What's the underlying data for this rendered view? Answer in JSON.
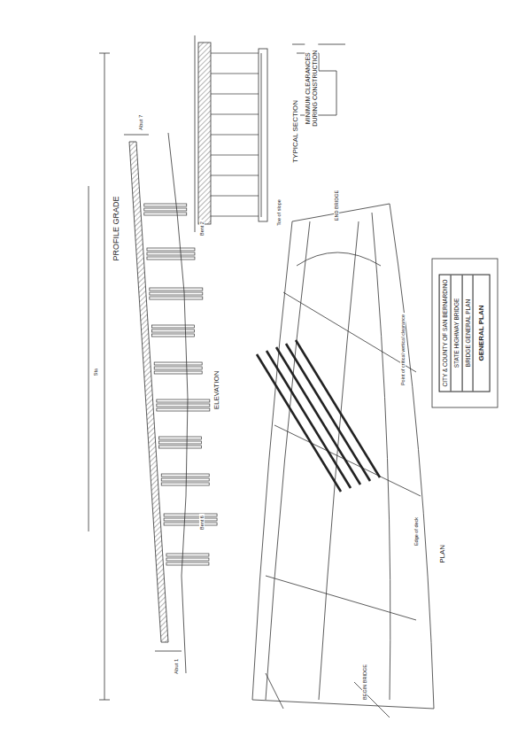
{
  "diagram": {
    "nodes": [
      {
        "text": [
          "CITY & COUNTY OF SAN BERNARDINO",
          "STATE HIGHWAY BRIDGE",
          "BRIDGE GENERAL PLAN",
          "GENERAL PLAN"
        ]
      }
    ],
    "labels": [
      "PROFILE GRADE",
      "ELEVATION",
      "PLAN",
      "TYPICAL SECTION",
      "MINIMUM CLEARANCES DURING CONSTRUCTION",
      "Abut 1",
      "Abut 7",
      "BEGIN BRIDGE",
      "END BRIDGE",
      "Bent 2",
      "Bent 6",
      "Sta",
      "Edge of deck",
      "Toe of slope",
      "Point of critical vertical clearance"
    ]
  }
}
